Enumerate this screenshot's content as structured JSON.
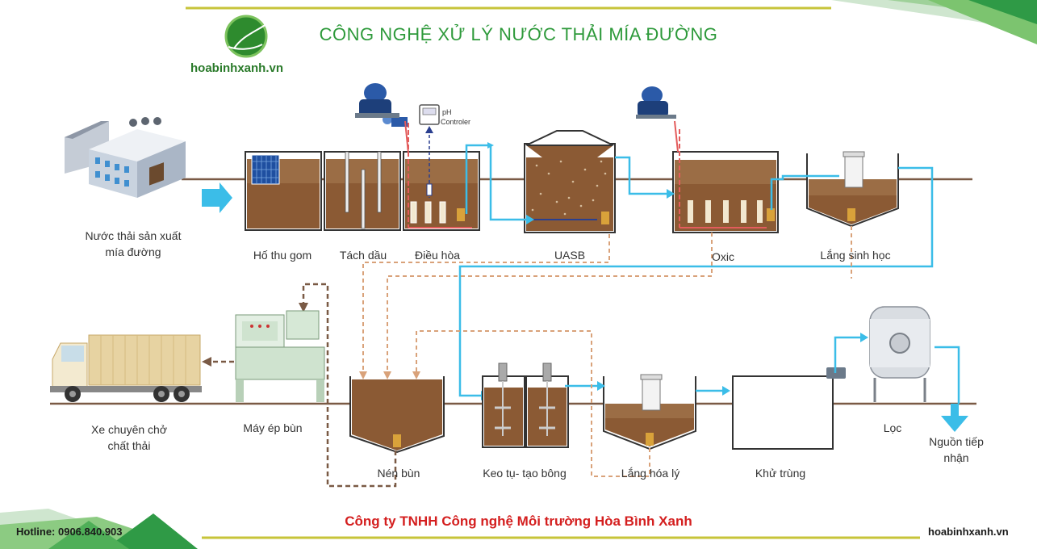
{
  "header": {
    "title": "CÔNG NGHỆ XỬ LÝ NƯỚC THẢI MÍA ĐƯỜNG",
    "logo_text": "hoabinhxanh.vn"
  },
  "stages_top": [
    {
      "label": "Nước thải sản xuất\nmía đường"
    },
    {
      "label": "Hố thu gom"
    },
    {
      "label": "Tách dầu"
    },
    {
      "label": "Điều hòa"
    },
    {
      "label": "UASB"
    },
    {
      "label": "Oxic"
    },
    {
      "label": "Lắng sinh học"
    }
  ],
  "stages_bottom": [
    {
      "label": "Xe chuyên chở\nchất thải"
    },
    {
      "label": "Máy ép bùn"
    },
    {
      "label": "Nén bùn"
    },
    {
      "label": "Keo tụ- tạo bông"
    },
    {
      "label": "Lắng hóa lý"
    },
    {
      "label": "Khử trùng"
    },
    {
      "label": "Lọc"
    },
    {
      "label": "Nguồn tiếp\nnhận"
    }
  ],
  "ph_controller": {
    "line1": "pH",
    "line2": "Controler"
  },
  "footer": {
    "company": "Công ty TNHH Công nghệ Môi trường Hòa Bình Xanh",
    "hotline": "Hotline: 0906.840.903",
    "website": "hoabinhxanh.vn"
  },
  "colors": {
    "title_green": "#2e9a3b",
    "company_red": "#d41f1f",
    "flow_blue": "#3bbde8",
    "sludge_dash": "#d9a27a",
    "dark_dash": "#7a5a45",
    "tank_brown": "#8b5a34",
    "accent_olive": "#c7c43a"
  }
}
